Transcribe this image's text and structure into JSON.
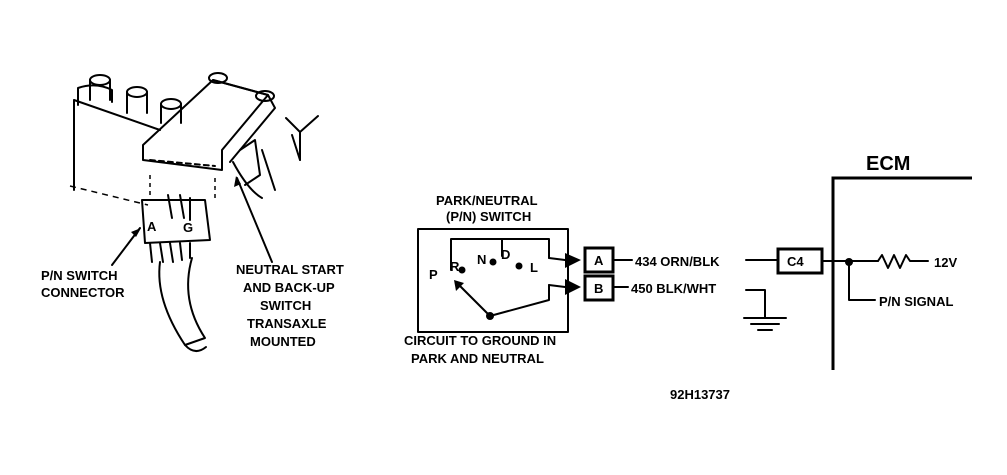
{
  "switch_illustration": {
    "connector_pins": [
      "A",
      "G"
    ],
    "connector_label_line1": "P/N SWITCH",
    "connector_label_line2": "CONNECTOR",
    "switch_label_lines": [
      "NEUTRAL  START",
      "AND BACK-UP",
      "SWITCH",
      "TRANSAXLE",
      "MOUNTED"
    ]
  },
  "schematic": {
    "title_line1": "PARK/NEUTRAL",
    "title_line2": "(P/N) SWITCH",
    "positions": [
      "P",
      "R",
      "N",
      "D",
      "L"
    ],
    "ground_note_line1": "CIRCUIT TO GROUND IN",
    "ground_note_line2": "PARK AND NEUTRAL",
    "terminals": [
      "A",
      "B"
    ],
    "wires": [
      "434  ORN/BLK",
      "450 BLK/WHT"
    ]
  },
  "ecm": {
    "label": "ECM",
    "connector": "C4",
    "supply": "12V",
    "signal": "P/N SIGNAL"
  },
  "figure_id": "92H13737"
}
